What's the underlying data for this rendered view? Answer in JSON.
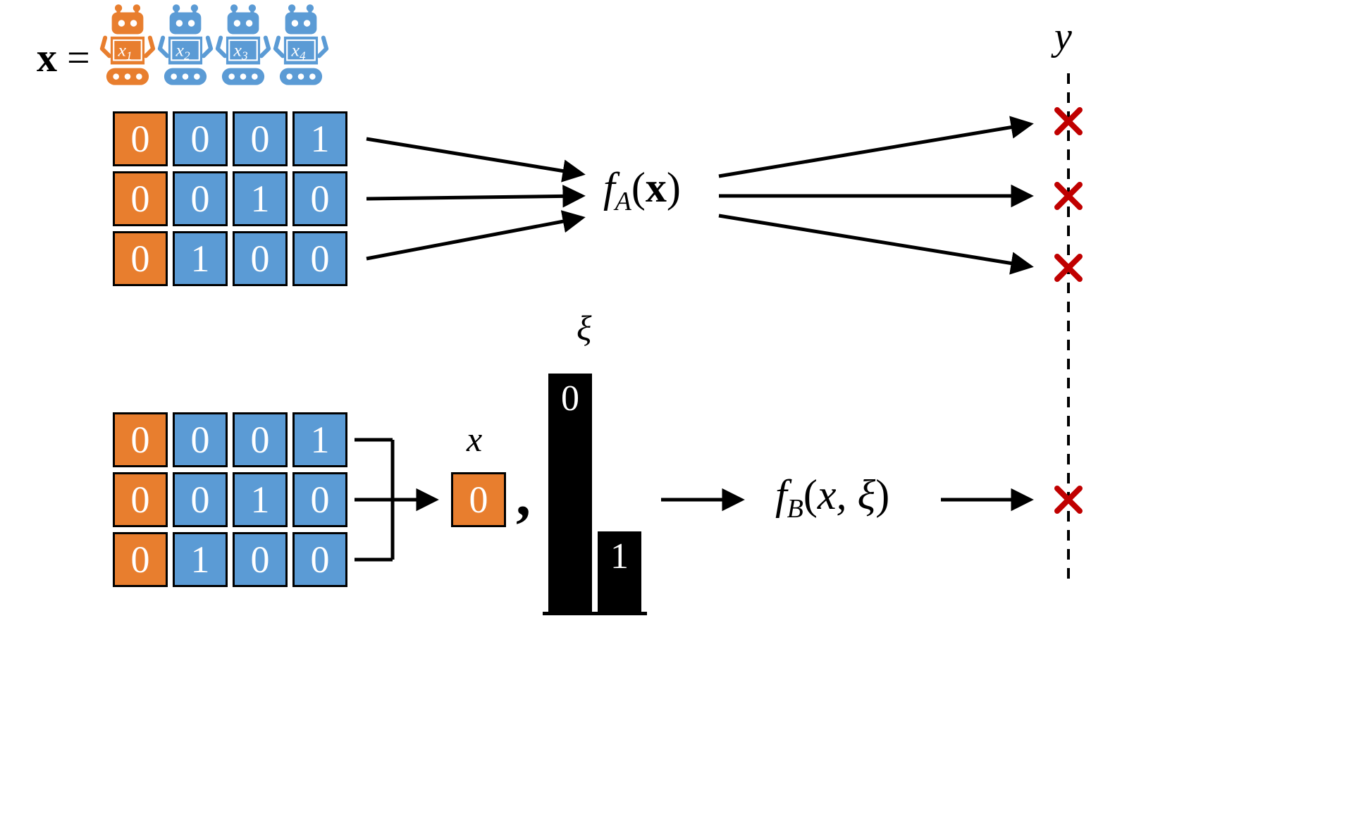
{
  "colors": {
    "orange": "#E87E2E",
    "blue": "#5B9BD5",
    "red_x": "#C00000"
  },
  "header": {
    "vector_symbol": "x",
    "equals": "="
  },
  "robots": [
    {
      "base": "x",
      "sub": "1"
    },
    {
      "base": "x",
      "sub": "2"
    },
    {
      "base": "x",
      "sub": "3"
    },
    {
      "base": "x",
      "sub": "4"
    }
  ],
  "matrix_top": {
    "rows": [
      [
        "0",
        "0",
        "0",
        "1"
      ],
      [
        "0",
        "0",
        "1",
        "0"
      ],
      [
        "0",
        "1",
        "0",
        "0"
      ]
    ]
  },
  "matrix_bottom": {
    "rows": [
      [
        "0",
        "0",
        "0",
        "1"
      ],
      [
        "0",
        "0",
        "1",
        "0"
      ],
      [
        "0",
        "1",
        "0",
        "0"
      ]
    ]
  },
  "function_a": {
    "name": "f",
    "sub": "A",
    "open": "(",
    "arg": "x",
    "close": ")"
  },
  "function_b": {
    "name": "f",
    "sub": "B",
    "open": "(",
    "arg": "x, ξ",
    "close": ")"
  },
  "y_axis": {
    "label": "y"
  },
  "sample": {
    "label": "x",
    "value": "0",
    "comma": ","
  },
  "noise": {
    "label": "ξ",
    "bars": [
      {
        "value": "0",
        "rel_height": 1.0
      },
      {
        "value": "1",
        "rel_height": 0.34
      }
    ]
  }
}
